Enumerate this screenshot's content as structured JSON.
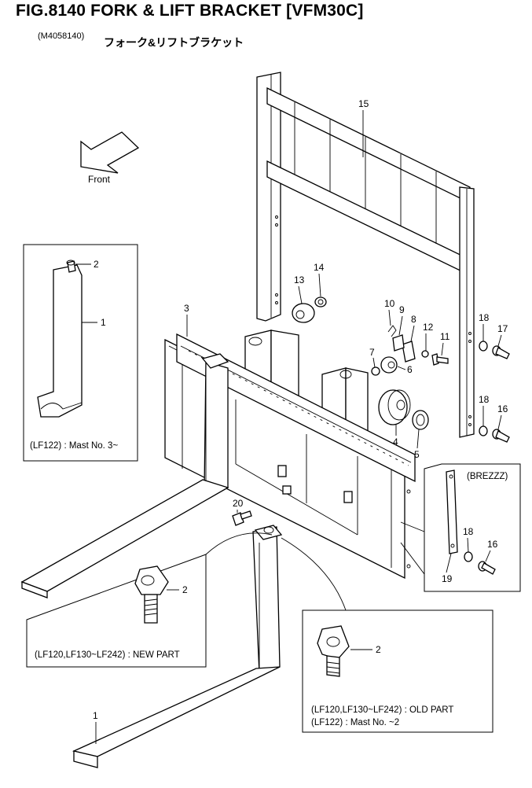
{
  "header": {
    "figure_title": "FIG.8140    FORK & LIFT BRACKET [VFM30C]",
    "figure_code": "(M4058140)",
    "japanese_title": "フォーク&リフトブラケット"
  },
  "direction": {
    "label": "Front"
  },
  "callouts": {
    "p1_inset": "1",
    "p2_inset": "2",
    "p1_main": "1",
    "p2_new": "2",
    "p2_old": "2",
    "p3": "3",
    "p4": "4",
    "p5": "5",
    "p6": "6",
    "p7": "7",
    "p8": "8",
    "p9": "9",
    "p10": "10",
    "p11": "11",
    "p12": "12",
    "p13": "13",
    "p14": "14",
    "p15": "15",
    "p16a": "16",
    "p16b": "16",
    "p17": "17",
    "p18a": "18",
    "p18b": "18",
    "p18c": "18",
    "p19": "19",
    "p20": "20"
  },
  "insets": {
    "lf122": {
      "caption": "(LF122) : Mast No. 3~"
    },
    "new_part": {
      "caption": "(LF120,LF130~LF242) : NEW PART"
    },
    "old_part": {
      "caption_line1": "(LF120,LF130~LF242) : OLD PART",
      "caption_line2": "(LF122) : Mast No. ~2"
    },
    "brezzz": {
      "caption": "(BREZZZ)"
    }
  }
}
